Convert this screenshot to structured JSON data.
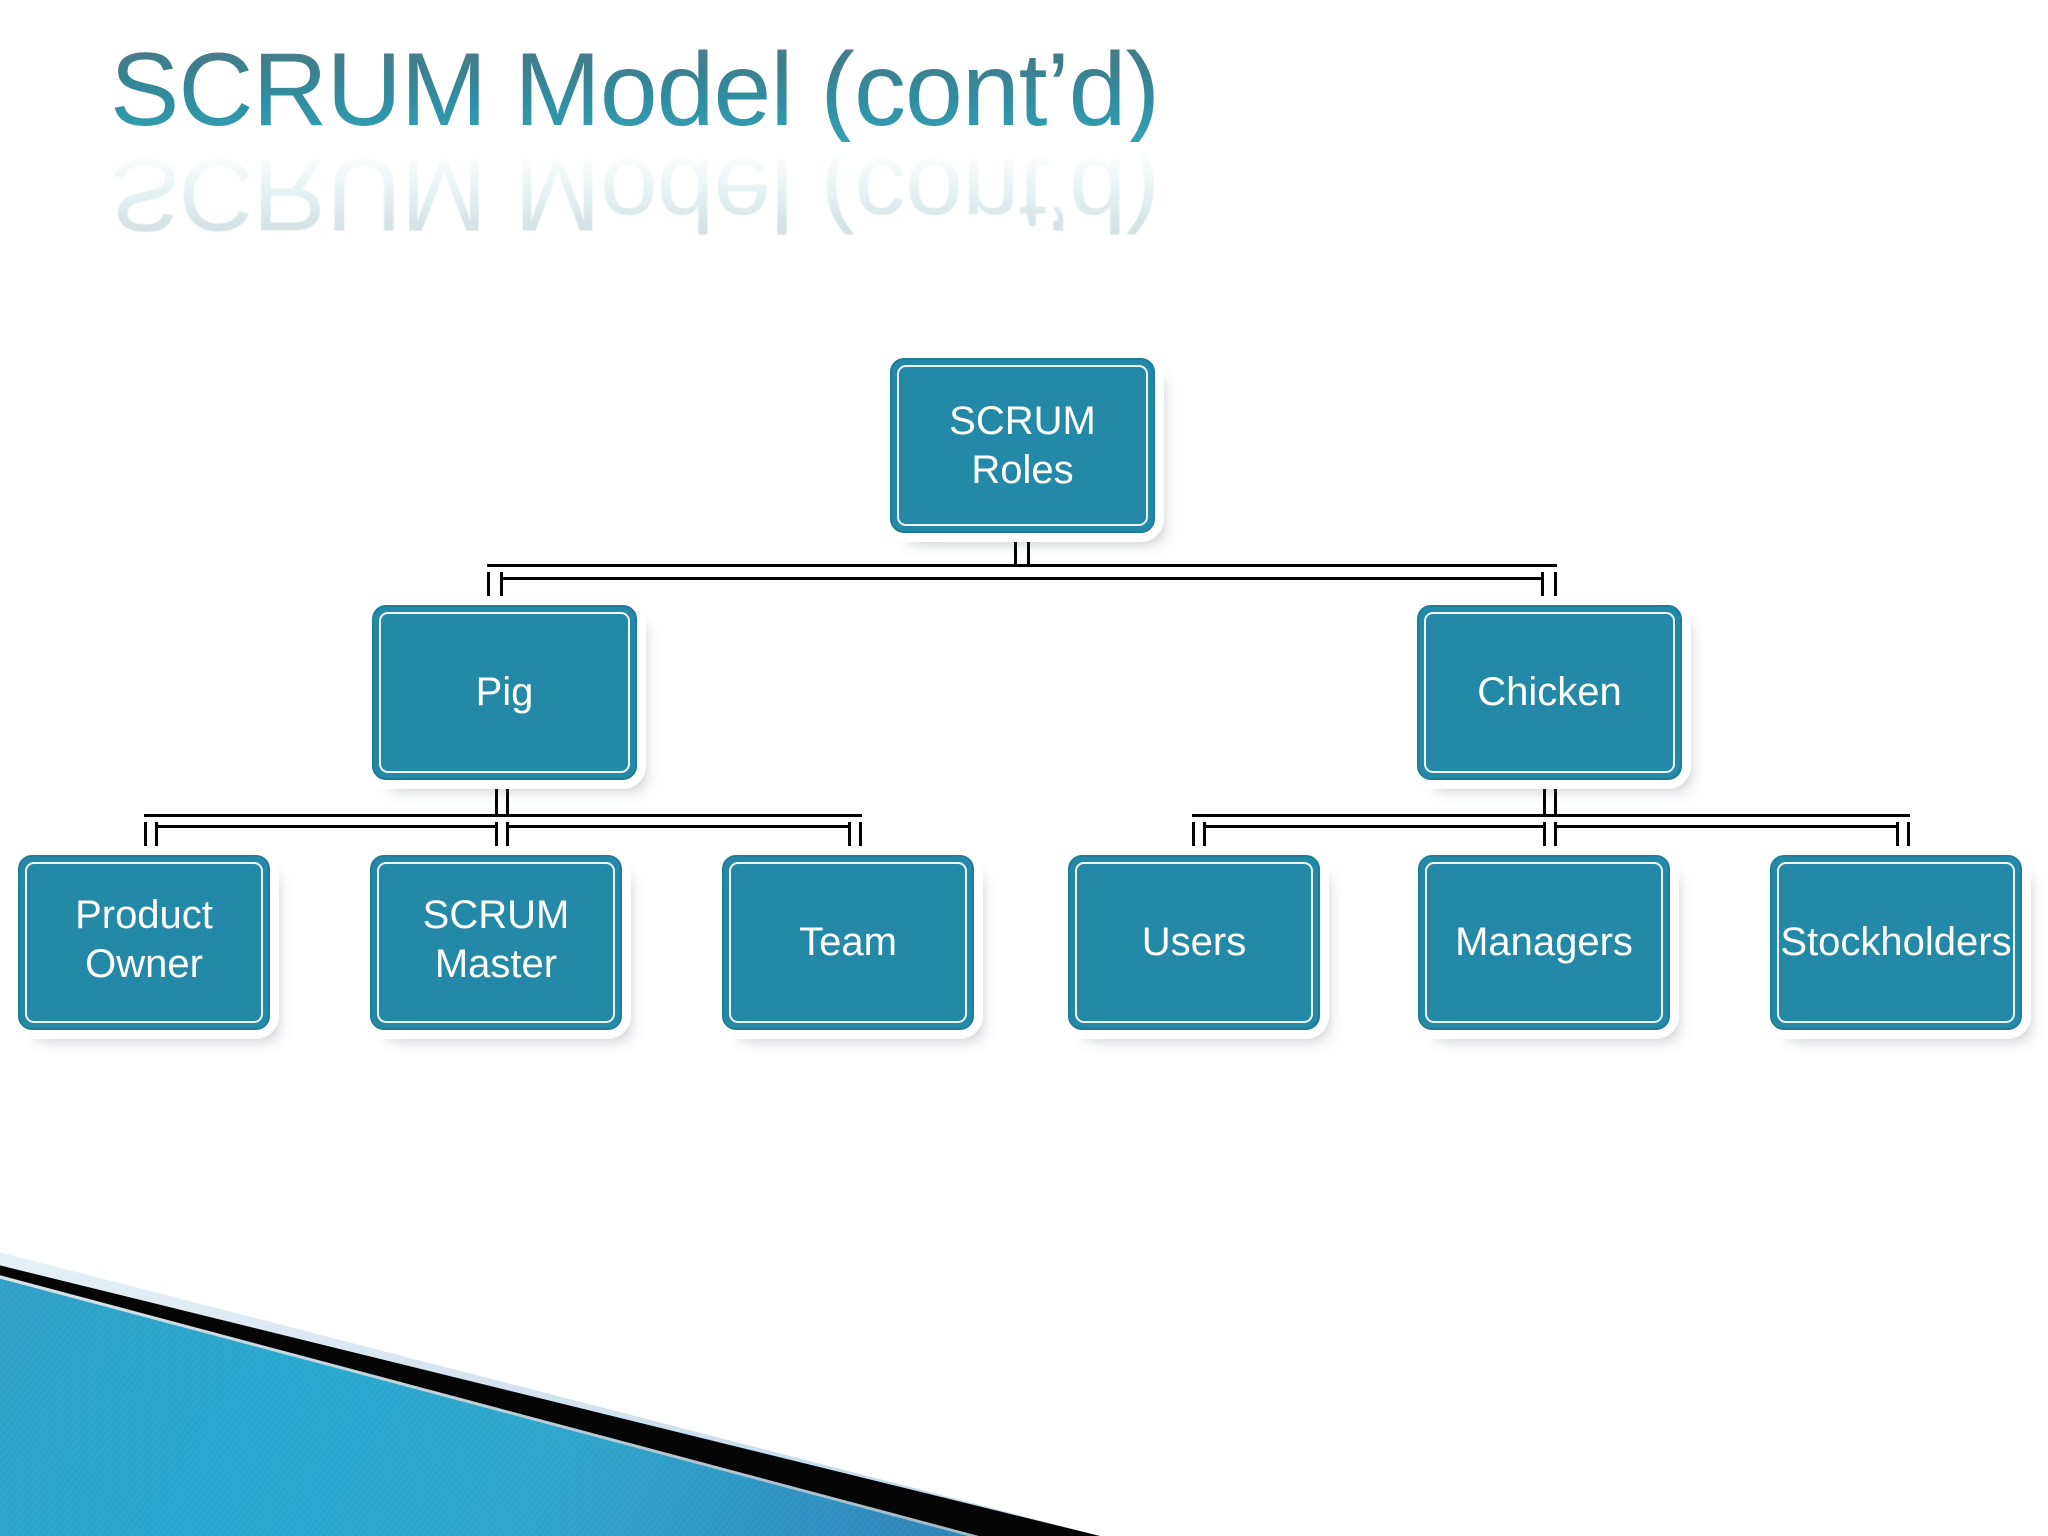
{
  "slide": {
    "title": "SCRUM Model (cont’d)",
    "background_color": "#ffffff",
    "accent_color": "#2389a6",
    "title_gradient_top": "#4f7c86",
    "title_gradient_bottom": "#36a2b4",
    "decoration": {
      "name": "bottom-left-diagonal-banner",
      "blue_color": "#28a8cf",
      "black_color": "#050505",
      "pale_color": "#cfe2ee"
    }
  },
  "diagram": {
    "type": "organization-chart",
    "node_fill": "#2389a6",
    "node_border": "#1d7c96",
    "node_text_color": "#ffffff",
    "connector_level1_color": "#3f9dbb",
    "connector_level2_color": "#7fb8cd",
    "root": {
      "label": "SCRUM Roles"
    },
    "branches": [
      {
        "label": "Pig",
        "children": [
          {
            "label": "Product\nOwner"
          },
          {
            "label": "SCRUM\nMaster"
          },
          {
            "label": "Team"
          }
        ]
      },
      {
        "label": "Chicken",
        "children": [
          {
            "label": "Users"
          },
          {
            "label": "Managers"
          },
          {
            "label": "Stockholders"
          }
        ]
      }
    ]
  }
}
